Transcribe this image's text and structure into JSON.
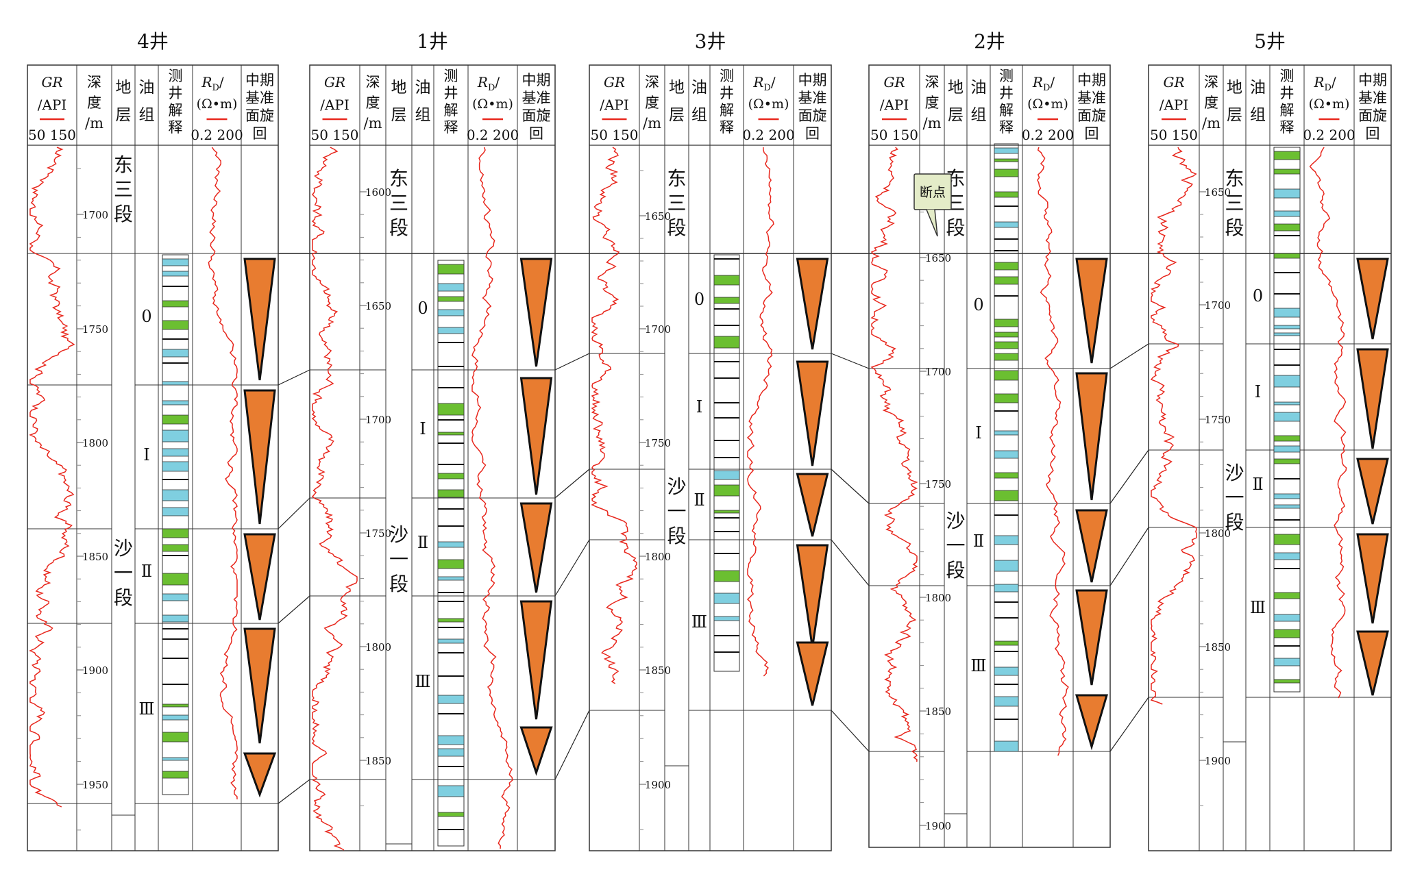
{
  "headers": {
    "gr": "GR",
    "gr_unit": "/API",
    "gr_range": "50 150",
    "depth": [
      "深",
      "度",
      "/m"
    ],
    "strat": [
      "地",
      "层"
    ],
    "oil": [
      "油",
      "组"
    ],
    "interp": [
      "测",
      "井",
      "解",
      "释"
    ],
    "rd": "R",
    "rd_sub": "D",
    "rd_slash": "/",
    "rd_unit": "(Ω•m)",
    "rd_range": "0.2 200",
    "cycle": [
      "中期",
      "基准",
      "面旋",
      "回"
    ]
  },
  "callout": {
    "label": "断点"
  },
  "colors": {
    "curve": "#e8271d",
    "oil_green": "#6bbf31",
    "water_blue": "#7fcfe0",
    "cycle_fill": "#e87c30",
    "grid": "#333333"
  },
  "wells": [
    {
      "name": "4井",
      "depth_labels": [
        "1700",
        "1750",
        "1800",
        "1850",
        "1900",
        "1950"
      ],
      "strata": [
        "东三段",
        "沙一段"
      ],
      "oil_groups": [
        "0",
        "Ⅰ",
        "Ⅱ",
        "Ⅲ"
      ],
      "cycles": 5
    },
    {
      "name": "1井",
      "depth_labels": [
        "1600",
        "1650",
        "1700",
        "1750",
        "1800",
        "1850"
      ],
      "strata": [
        "东三段",
        "沙一段"
      ],
      "oil_groups": [
        "0",
        "Ⅰ",
        "Ⅱ",
        "Ⅲ"
      ],
      "cycles": 5
    },
    {
      "name": "3井",
      "depth_labels": [
        "1650",
        "1700",
        "1750",
        "1800",
        "1850",
        "1900"
      ],
      "strata": [
        "东三段",
        "沙一段"
      ],
      "oil_groups": [
        "0",
        "Ⅰ",
        "Ⅱ",
        "Ⅲ"
      ],
      "cycles": 5
    },
    {
      "name": "2井",
      "depth_labels": [
        "1650",
        "1700",
        "1750",
        "1800",
        "1850",
        "1900"
      ],
      "strata": [
        "东三段",
        "沙一段"
      ],
      "oil_groups": [
        "0",
        "Ⅰ",
        "Ⅱ",
        "Ⅲ"
      ],
      "cycles": 5
    },
    {
      "name": "5井",
      "depth_labels": [
        "1650",
        "1700",
        "1750",
        "1800",
        "1850",
        "1900"
      ],
      "strata": [
        "东三段",
        "沙一段"
      ],
      "oil_groups": [
        "0",
        "Ⅰ",
        "Ⅱ",
        "Ⅲ"
      ],
      "cycles": 5
    }
  ]
}
